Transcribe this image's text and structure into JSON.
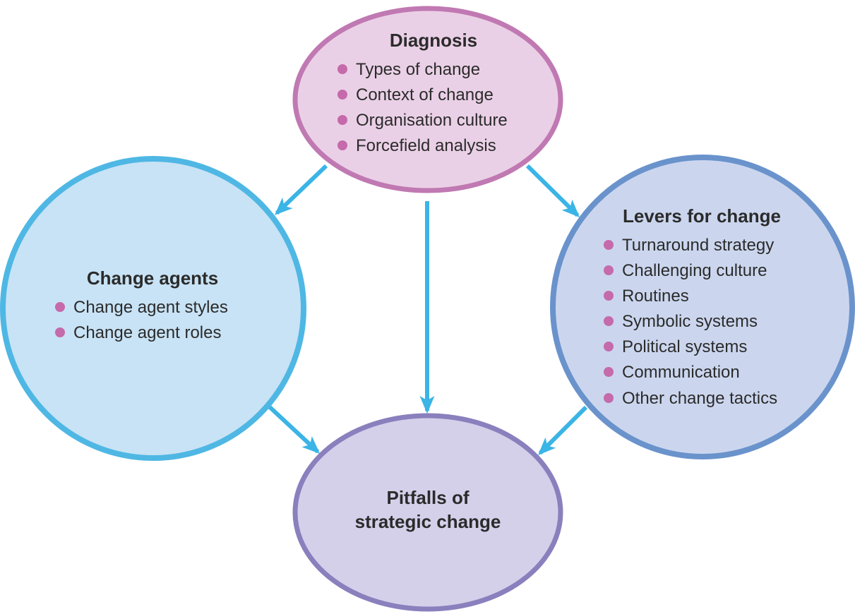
{
  "colors": {
    "arrow": "#3bb4e6",
    "bullet": "#c56aab",
    "text": "#2b2b2b",
    "diagnosis_fill": "#ead0e6",
    "diagnosis_border": "#c079b2",
    "agents_fill": "#c8e3f5",
    "agents_border": "#4fb7e4",
    "levers_fill": "#cbd6ee",
    "levers_border": "#6a93cc",
    "pitfalls_fill": "#d5d0ea",
    "pitfalls_border": "#8a80bd"
  },
  "diagnosis": {
    "title": "Diagnosis",
    "items": [
      "Types of change",
      "Context of change",
      "Organisation culture",
      "Forcefield analysis"
    ]
  },
  "change_agents": {
    "title": "Change agents",
    "items": [
      "Change agent styles",
      "Change agent roles"
    ]
  },
  "levers": {
    "title": "Levers for change",
    "items": [
      "Turnaround strategy",
      "Challenging culture",
      "Routines",
      "Symbolic systems",
      "Political systems",
      "Communication",
      "Other change tactics"
    ]
  },
  "pitfalls": {
    "title_line1": "Pitfalls of",
    "title_line2": "strategic change"
  }
}
